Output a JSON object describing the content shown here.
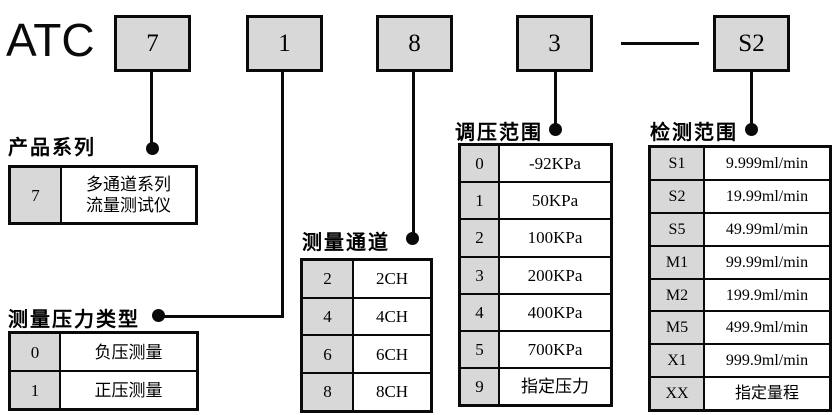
{
  "code": {
    "prefix": "ATC",
    "segments": [
      "7",
      "1",
      "8",
      "3",
      "S2"
    ],
    "separator": "—"
  },
  "sections": [
    {
      "label": "产品系列",
      "rows": [
        {
          "key": "7",
          "value": "多通道系列\n流量测试仪"
        }
      ]
    },
    {
      "label": "测量压力类型",
      "rows": [
        {
          "key": "0",
          "value": "负压测量"
        },
        {
          "key": "1",
          "value": "正压测量"
        }
      ]
    },
    {
      "label": "测量通道",
      "rows": [
        {
          "key": "2",
          "value": "2CH"
        },
        {
          "key": "4",
          "value": "4CH"
        },
        {
          "key": "6",
          "value": "6CH"
        },
        {
          "key": "8",
          "value": "8CH"
        }
      ]
    },
    {
      "label": "调压范围",
      "rows": [
        {
          "key": "0",
          "value": "-92KPa"
        },
        {
          "key": "1",
          "value": "50KPa"
        },
        {
          "key": "2",
          "value": "100KPa"
        },
        {
          "key": "3",
          "value": "200KPa"
        },
        {
          "key": "4",
          "value": "400KPa"
        },
        {
          "key": "5",
          "value": "700KPa"
        },
        {
          "key": "9",
          "value": "指定压力"
        }
      ]
    },
    {
      "label": "检测范围",
      "rows": [
        {
          "key": "S1",
          "value": "9.999ml/min"
        },
        {
          "key": "S2",
          "value": "19.99ml/min"
        },
        {
          "key": "S5",
          "value": "49.99ml/min"
        },
        {
          "key": "M1",
          "value": "99.99ml/min"
        },
        {
          "key": "M2",
          "value": "199.9ml/min"
        },
        {
          "key": "M5",
          "value": "499.9ml/min"
        },
        {
          "key": "X1",
          "value": "999.9ml/min"
        },
        {
          "key": "XX",
          "value": "指定量程"
        }
      ]
    }
  ],
  "colors": {
    "box_fill": "#d8d8d8",
    "key_cell_fill": "#d8d8d8",
    "border": "#000000",
    "background": "#ffffff"
  }
}
